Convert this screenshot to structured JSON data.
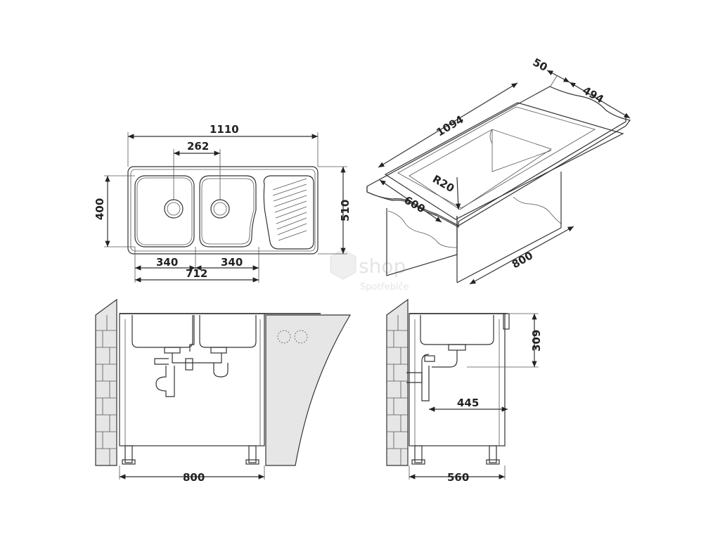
{
  "watermark": {
    "brand": "shop",
    "sub": "Spotřebiče"
  },
  "top_view": {
    "overall_width": "1110",
    "center_distance": "262",
    "bowl_depth": "400",
    "overall_depth": "510",
    "bowl_width_left": "340",
    "bowl_width_right": "340",
    "bowls_total": "712"
  },
  "iso_view": {
    "thickness": "50",
    "cutout_depth": "494",
    "cutout_length": "1094",
    "radius": "R20",
    "worktop_depth": "600",
    "cabinet_width": "800"
  },
  "front_view": {
    "cabinet_width": "800"
  },
  "side_view": {
    "height": "309",
    "drain_offset": "445",
    "cabinet_depth": "560"
  }
}
